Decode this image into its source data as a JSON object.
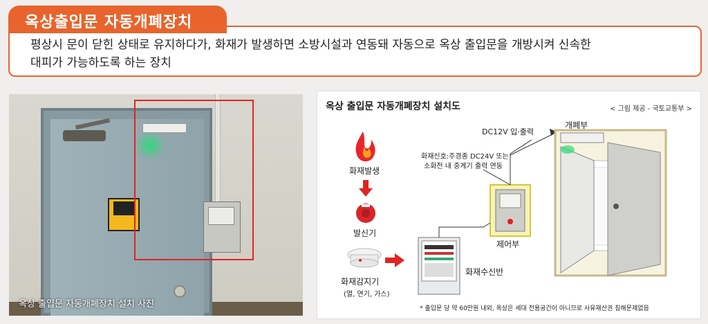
{
  "header": {
    "title": "옥상출입문 자동개폐장치",
    "description_line1": "평상시 문이 닫힌 상태로 유지하다가, 화재가 발생하면 소방시설과 연동돼 자동으로 옥상 출입문을 개방시켜 신속한",
    "description_line2": "대피가 가능하도록 하는 장치"
  },
  "photo": {
    "caption": "옥상 출입문 자동개폐장치 설치 사진"
  },
  "diagram": {
    "title": "옥상 출입문 자동개폐장치 설치도",
    "credit": "< 그림 제공 - 국토교통부 >",
    "fire_occurrence": "화재발생",
    "transmitter": "발신기",
    "detector": "화재감지기",
    "detector_types": "(열, 연기, 가스)",
    "fire_panel": "화재수신반",
    "control_unit": "제어부",
    "opener_unit": "개폐부",
    "dc_io": "DC12V 입·출력",
    "fire_signal_line1": "화재신호:주경종 DC24V 또는",
    "fire_signal_line2": "소화전 내 중계기 출력 연동",
    "note": "* 출입문 당 약 60만원 내외, 옥상은 세대 전용공간이 아니므로 사유재산권 침해문제없음"
  },
  "colors": {
    "accent": "#e8642c",
    "highlight_red": "#e02424",
    "control_highlight": "#f3ea7a"
  }
}
